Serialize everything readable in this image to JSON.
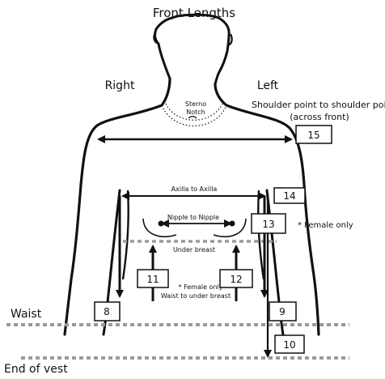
{
  "title": "Front Lengths",
  "side_labels": {
    "right": "Right",
    "left": "Left"
  },
  "sterno_notch": [
    "Sterno",
    "Notch"
  ],
  "shoulder_note": {
    "line1": "Shoulder point to shoulder poir",
    "line2": "(across front)"
  },
  "axilla_label": "Axilla to Axilla",
  "nipple_label": "Nipple to Nipple",
  "under_breast_label": "Under breast",
  "female_only_right": "* Female only",
  "female_only_center": "* Female only",
  "waist_to_under_breast": "Waist to under breast",
  "line_labels": {
    "waist": "Waist",
    "end_of_vest": "End of vest"
  },
  "measurement_boxes": {
    "m8": "8",
    "m9": "9",
    "m10": "10",
    "m11": "11",
    "m12": "12",
    "m13": "13",
    "m14": "14",
    "m15": "15"
  },
  "colors": {
    "ink": "#111111",
    "guide_line": "#9a9a9a",
    "background": "#ffffff"
  }
}
